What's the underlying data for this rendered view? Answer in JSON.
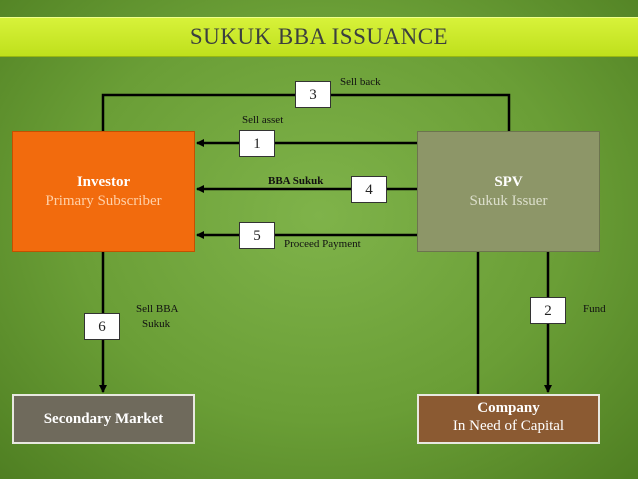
{
  "title": "SUKUK BBA ISSUANCE",
  "investor": {
    "title": "Investor",
    "subtitle": "Primary Subscriber"
  },
  "spv": {
    "title": "SPV",
    "subtitle": "Sukuk Issuer"
  },
  "market": {
    "title": "Secondary Market"
  },
  "company": {
    "title": "Company",
    "subtitle": "In Need of Capital"
  },
  "steps": [
    "1",
    "2",
    "3",
    "4",
    "5",
    "6"
  ],
  "labels": {
    "sell_back": "Sell back",
    "sell_asset": "Sell asset",
    "bba_sukuk": "BBA Sukuk",
    "proceed_payment": "Proceed Payment",
    "sell_bba_line1": "Sell BBA",
    "sell_bba_line2": "Sukuk",
    "fund": "Fund"
  },
  "colors": {
    "investor": "#f26b0d",
    "spv": "#8d9668",
    "market": "#6f6a5c",
    "company": "#8b5a32",
    "title_bar": "#c8e82a"
  }
}
